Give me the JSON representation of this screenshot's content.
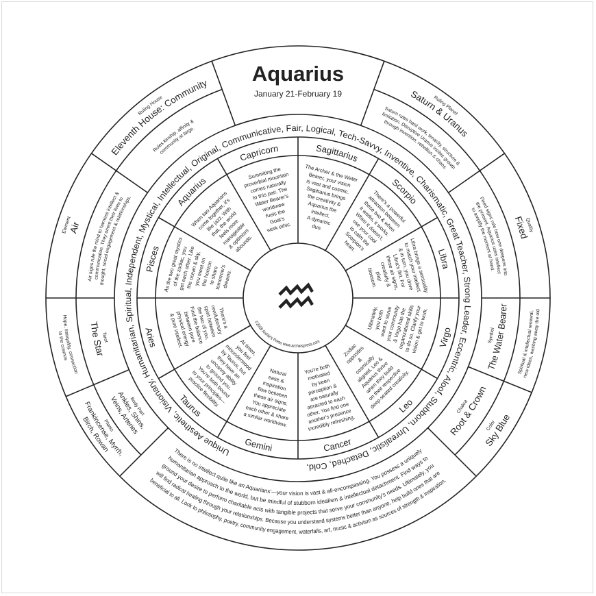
{
  "colors": {
    "ink": "#222222",
    "background": "#ffffff"
  },
  "header": {
    "title": "Aquarius",
    "dates": "January 21-February 19"
  },
  "center": {
    "icon": "aquarius-glyph-icon",
    "copyright": "©2018 Archie's Press www.archiespress.com"
  },
  "traits": "Unique Aesthetic, Visionary, Humanitarian, Spiritual, Independent, Mystical, Intellectual, Original, Communicative, Fair, Logical, Tech-Savvy, Inventive, Charismatic, Great Teacher, Strong Leader, Eccentric, Aloof, Stubborn, Unrealistic, Detached, Cold,",
  "signs": [
    {
      "name": "Capricorn",
      "lines": [
        "Summiting the",
        "proverbial mountain",
        "comes naturally",
        "to this pair. The",
        "Water Bearer's",
        "worldview",
        "fuels the",
        "Goat's",
        "work ethic."
      ]
    },
    {
      "name": "Sagittarius",
      "lines": [
        "The Archer & the Water",
        "Bearer, your vision",
        "is vast and cosmic.",
        "Sagittarius brings",
        "the creativity &",
        "Aquarius the",
        "intellect.",
        "A dynamic",
        "duo."
      ]
    },
    {
      "name": "Scorpio",
      "lines": [
        "There's a powerful",
        "attraction between",
        "these two & when",
        "it works, it works.",
        "When it doesn't,",
        "use your cool",
        "to calm the",
        "Scorpion's",
        "heart."
      ]
    },
    {
      "name": "Libra",
      "lines": [
        "Libra brings a sensuality",
        "to match your intellect",
        "& in turn, you drive",
        "Libra's flirt. For",
        "these air signs,",
        "creativity &",
        "play",
        "blossom."
      ]
    },
    {
      "name": "Virgo",
      "lines": [
        "Ultimately,",
        "you both",
        "want to serve",
        "your community",
        "& Virgo has the",
        "organizational skills",
        "to do so. Clarify your",
        "vision & get to work."
      ]
    },
    {
      "name": "Leo",
      "lines": [
        "Zodiac",
        "opposites",
        "&",
        "cosmically",
        "aligned, Leo &",
        "Aquarius thrive",
        "when they build",
        "on their respective",
        "deep-seated creativity."
      ]
    },
    {
      "name": "Cancer",
      "lines": [
        "You're both",
        "motivated",
        "by keen",
        "perception &",
        "are naturally",
        "attracted to each",
        "other. You find one",
        "another's presence",
        "incredibly refreshing."
      ]
    },
    {
      "name": "Gemini",
      "lines": [
        "Natural",
        "ease &",
        "inspiration",
        "flow between",
        "these air signs.",
        "You appreciate",
        "each other & share",
        "a similar worldview."
      ]
    },
    {
      "name": "Taurus",
      "lines": [
        "At times,",
        "you feel",
        "misunderstood",
        "by Taurus, but",
        "they have an",
        "uncanny ability",
        "to ground you.",
        "You're both bound",
        "to your principles—",
        "practice flexibility."
      ]
    },
    {
      "name": "Aries",
      "lines": [
        "There's a",
        "revolutionary",
        "spirit between",
        "the two of you.",
        "Find the balance",
        "between pure",
        "physical energy",
        "& pure intellect."
      ]
    },
    {
      "name": "Pisces",
      "lines": [
        "As the two great mystics",
        "of the zodiac, you",
        "get each other. Like",
        "the ocean & sky,",
        "you meet on",
        "the horizon",
        "to share",
        "tomorrow's",
        "dreams."
      ]
    },
    {
      "name": "Aquarius",
      "lines": [
        "When two Aquarians",
        "come together, it's",
        "like jazz. With",
        "that, the world",
        "feels more",
        "manageable",
        "& optimism",
        "abounds."
      ]
    }
  ],
  "outer": {
    "ruling_house": {
      "label": "Ruling House",
      "value": [
        "Eleventh House: Community"
      ],
      "desc": [
        "Rules kinship, affinity &",
        "community at large."
      ]
    },
    "ruling_planet": {
      "label": "Ruling Planet",
      "value": [
        "Saturn & Uranus"
      ],
      "desc": [
        "Saturn rules hard work, tenacity, structure &",
        "limitation. Disruptive Uranus incites growth",
        "through invention, rebellion & chaos."
      ]
    },
    "quality": {
      "label": "Quality",
      "value": [
        "Fixed"
      ],
      "desc": [
        "Fixed signs rule how one deepens into",
        "the present. Aquarius uses intellect",
        "to amplify the moment at hand."
      ]
    },
    "element": {
      "label": "Element",
      "value": [
        "Air"
      ],
      "desc": [
        "Air signs rule the mind to harness intellect &",
        "communication. They orient their lives to",
        "thought, social engagement & relationships."
      ]
    },
    "tarot": {
      "label": "Tarot",
      "value": [
        "The Star"
      ],
      "desc": [
        "Hope, tranquility, connection",
        "to the cosmos"
      ]
    },
    "symbol": {
      "label": "Symbol",
      "value": [
        "The Water Bearer"
      ],
      "desc": [
        "Spiritual & intellectual renewal,",
        "new ideas, washing away the old"
      ]
    },
    "body_part": {
      "label": "Body Part",
      "value": [
        "Ankles, Shins,",
        "Veins, Arteries"
      ],
      "desc": []
    },
    "plants": {
      "label": "Plants",
      "value": [
        "Frankincense, Myrrh,",
        "Birch, Rowan"
      ],
      "desc": []
    },
    "chakra": {
      "label": "Chakra",
      "value": [
        "Root & Crown"
      ],
      "desc": []
    },
    "color": {
      "label": "Color",
      "value": [
        "Sky Blue"
      ],
      "desc": []
    }
  },
  "summary": [
    "There is no intellect quite like an Aquarians'—your vision is vast & all-encompassing. You possess a uniquely",
    "humanitarian approach to the world, but be mindful of stubborn idealism & intellectual detachment. Find ways to",
    "ground your desire to perform charitable acts with tangible projects that serve your community's needs. Ultimately, you",
    "will find radical healing through your relationships. Because you understand systems better than anyone, help build ones that are",
    "beneficial to all. Look to philosophy, poetry, community engagement, waterfalls, art, music & activism as sources of strength & inspiration."
  ]
}
